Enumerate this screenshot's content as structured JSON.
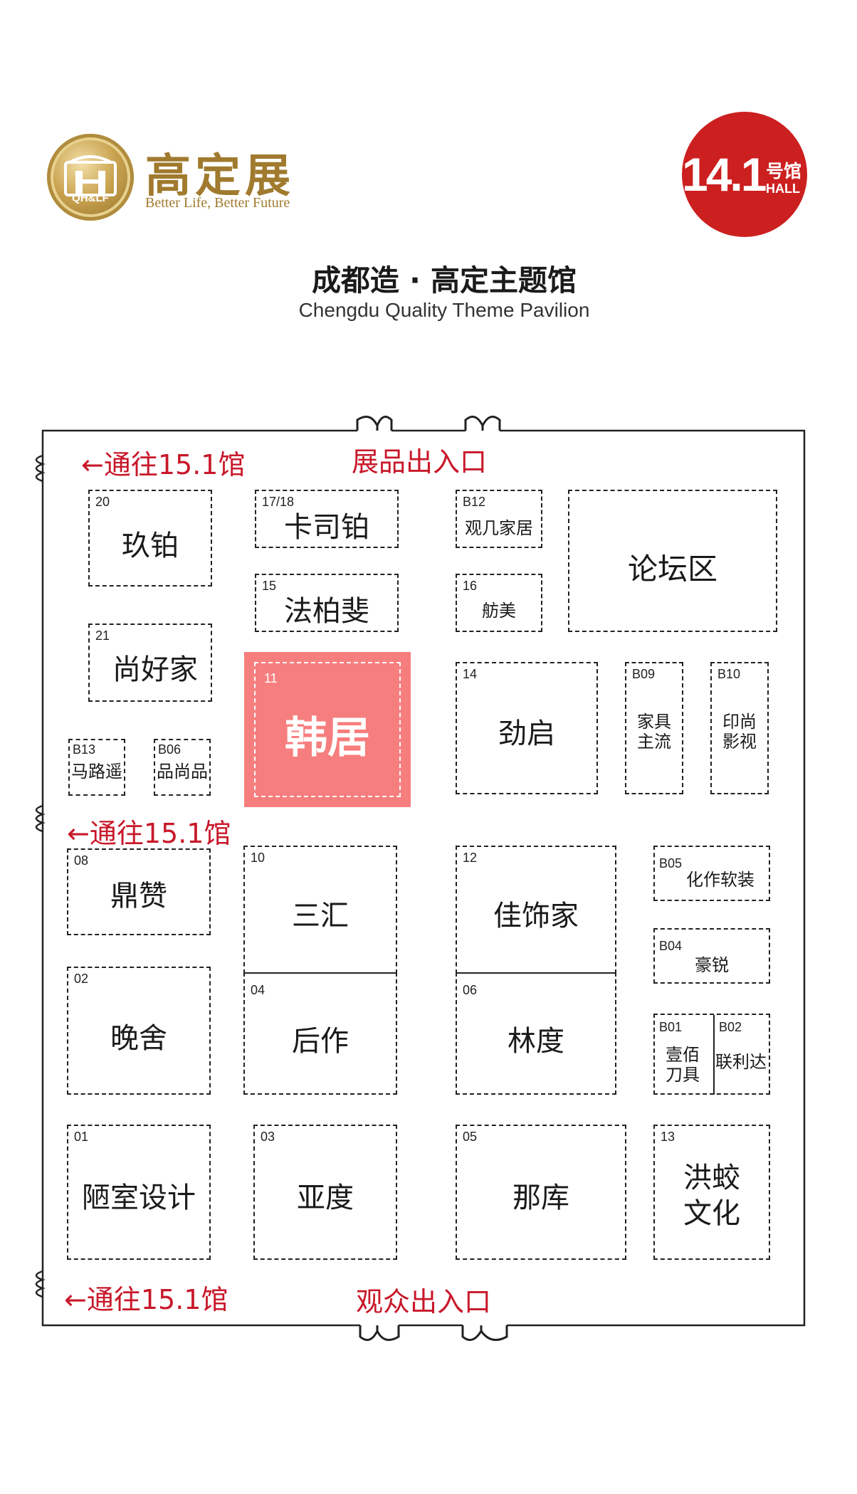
{
  "header": {
    "logo_mark": "QH&LF",
    "brand_cn": "高定展",
    "brand_en": "Better Life, Better Future",
    "hall_number": "14.1",
    "hall_suffix_cn": "号馆",
    "hall_suffix_en": "HALL",
    "title_cn": "成都造 · 高定主题馆",
    "title_en": "Chengdu Quality Theme Pavilion"
  },
  "labels": {
    "to_15_1_top": "←通往15.1馆",
    "to_15_1_middle": "←通往15.1馆",
    "to_15_1_bottom": "←通往15.1馆",
    "exhibit_entrance": "展品出入口",
    "visitor_entrance": "观众出入口"
  },
  "booths": {
    "b20": {
      "number": "20",
      "name": "玖铂"
    },
    "b17_18": {
      "number": "17/18",
      "name": "卡司铂"
    },
    "bB12": {
      "number": "B12",
      "name": "观几家居"
    },
    "forum": {
      "name": "论坛区"
    },
    "b15": {
      "number": "15",
      "name": "法柏斐"
    },
    "b16": {
      "number": "16",
      "name": "舫美"
    },
    "b21": {
      "number": "21",
      "name": "尚好家"
    },
    "b11": {
      "number": "11",
      "name": "韩居"
    },
    "b14": {
      "number": "14",
      "name": "劲启"
    },
    "bB09": {
      "number": "B09",
      "name_line1": "家具",
      "name_line2": "主流"
    },
    "bB10": {
      "number": "B10",
      "name_line1": "印尚",
      "name_line2": "影视"
    },
    "bB13": {
      "number": "B13",
      "name": "马路遥"
    },
    "bB06": {
      "number": "B06",
      "name": "品尚品"
    },
    "b08": {
      "number": "08",
      "name": "鼎赞"
    },
    "b10": {
      "number": "10",
      "name": "三汇"
    },
    "b12": {
      "number": "12",
      "name": "佳饰家"
    },
    "bB05": {
      "number": "B05",
      "name": "化作软装"
    },
    "b04": {
      "number": "04",
      "name": "后作"
    },
    "b06": {
      "number": "06",
      "name": "林度"
    },
    "bB04": {
      "number": "B04",
      "name": "豪锐"
    },
    "b02": {
      "number": "02",
      "name": "晚舍"
    },
    "bB01": {
      "number": "B01",
      "name_line1": "壹佰",
      "name_line2": "刀具"
    },
    "bB02": {
      "number": "B02",
      "name": "联利达"
    },
    "b01": {
      "number": "01",
      "name": "陋室设计"
    },
    "b03": {
      "number": "03",
      "name": "亚度"
    },
    "b05": {
      "number": "05",
      "name": "那库"
    },
    "b13": {
      "number": "13",
      "name_line1": "洪蛟",
      "name_line2": "文化"
    }
  },
  "colors": {
    "accent_red": "#c8182a",
    "hall_badge": "#cc1f1f",
    "highlight_booth": "#f77e7e",
    "brand_gold": "#a07a2e"
  }
}
